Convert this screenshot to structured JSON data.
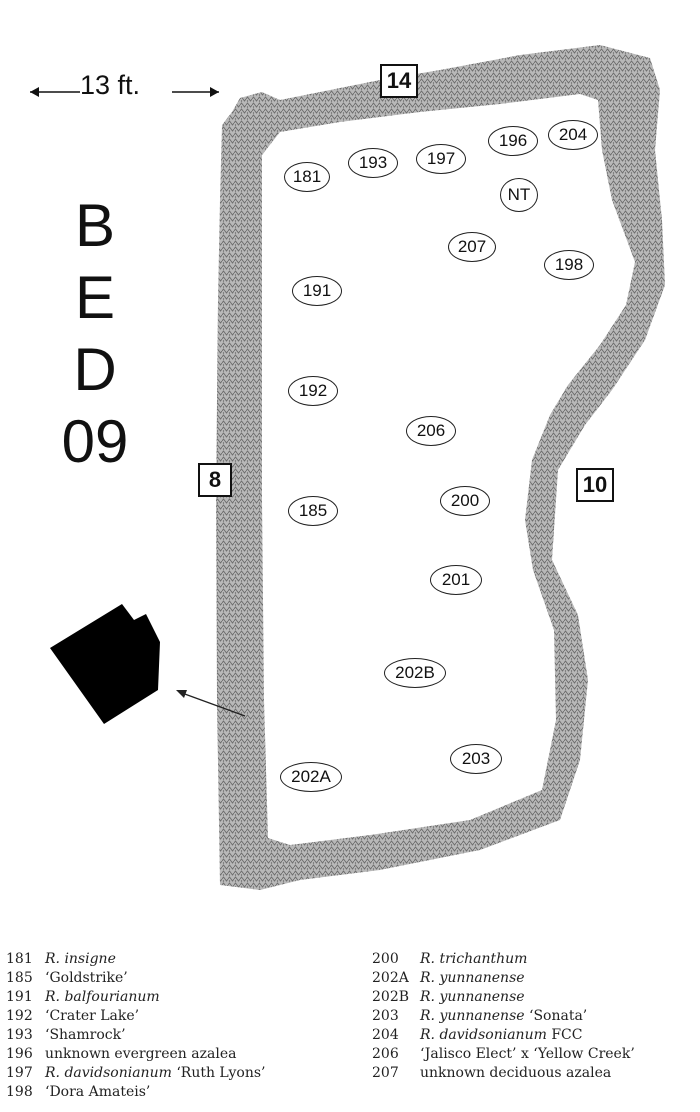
{
  "scale": {
    "label": "13 ft."
  },
  "bed": {
    "title_lines": [
      "B",
      "E",
      "D",
      "09"
    ]
  },
  "edge_labels": [
    {
      "id": "top",
      "text": "14"
    },
    {
      "id": "left",
      "text": "8"
    },
    {
      "id": "right",
      "text": "10"
    }
  ],
  "plants": [
    "181",
    "193",
    "197",
    "196",
    "204",
    "NT",
    "207",
    "198",
    "191",
    "192",
    "206",
    "185",
    "200",
    "201",
    "202B",
    "202A",
    "203"
  ],
  "legend": {
    "left": [
      {
        "code": "181",
        "italic": "R. insigne",
        "rest": ""
      },
      {
        "code": "185",
        "italic": "",
        "rest": "‘Goldstrike’"
      },
      {
        "code": "191",
        "italic": "R. balfourianum",
        "rest": ""
      },
      {
        "code": "192",
        "italic": "",
        "rest": "‘Crater Lake’"
      },
      {
        "code": "193",
        "italic": "",
        "rest": "‘Shamrock’"
      },
      {
        "code": "196",
        "italic": "",
        "rest": "unknown evergreen azalea"
      },
      {
        "code": "197",
        "italic": "R. davidsonianum",
        "rest": " ‘Ruth Lyons’"
      },
      {
        "code": "198",
        "italic": "",
        "rest": "‘Dora Amateis’"
      }
    ],
    "right": [
      {
        "code": "200",
        "italic": "R. trichanthum",
        "rest": ""
      },
      {
        "code": "202A",
        "italic": "R. yunnanense",
        "rest": ""
      },
      {
        "code": "202B",
        "italic": "R. yunnanense",
        "rest": ""
      },
      {
        "code": "203",
        "italic": "R. yunnanense",
        "rest": " ‘Sonata’"
      },
      {
        "code": "204",
        "italic": "R. davidsonianum",
        "rest": " FCC"
      },
      {
        "code": "206",
        "italic": "",
        "rest": "‘Jalisco Elect’ x ‘Yellow Creek’"
      },
      {
        "code": "207",
        "italic": "",
        "rest": "unknown deciduous azalea"
      }
    ]
  }
}
